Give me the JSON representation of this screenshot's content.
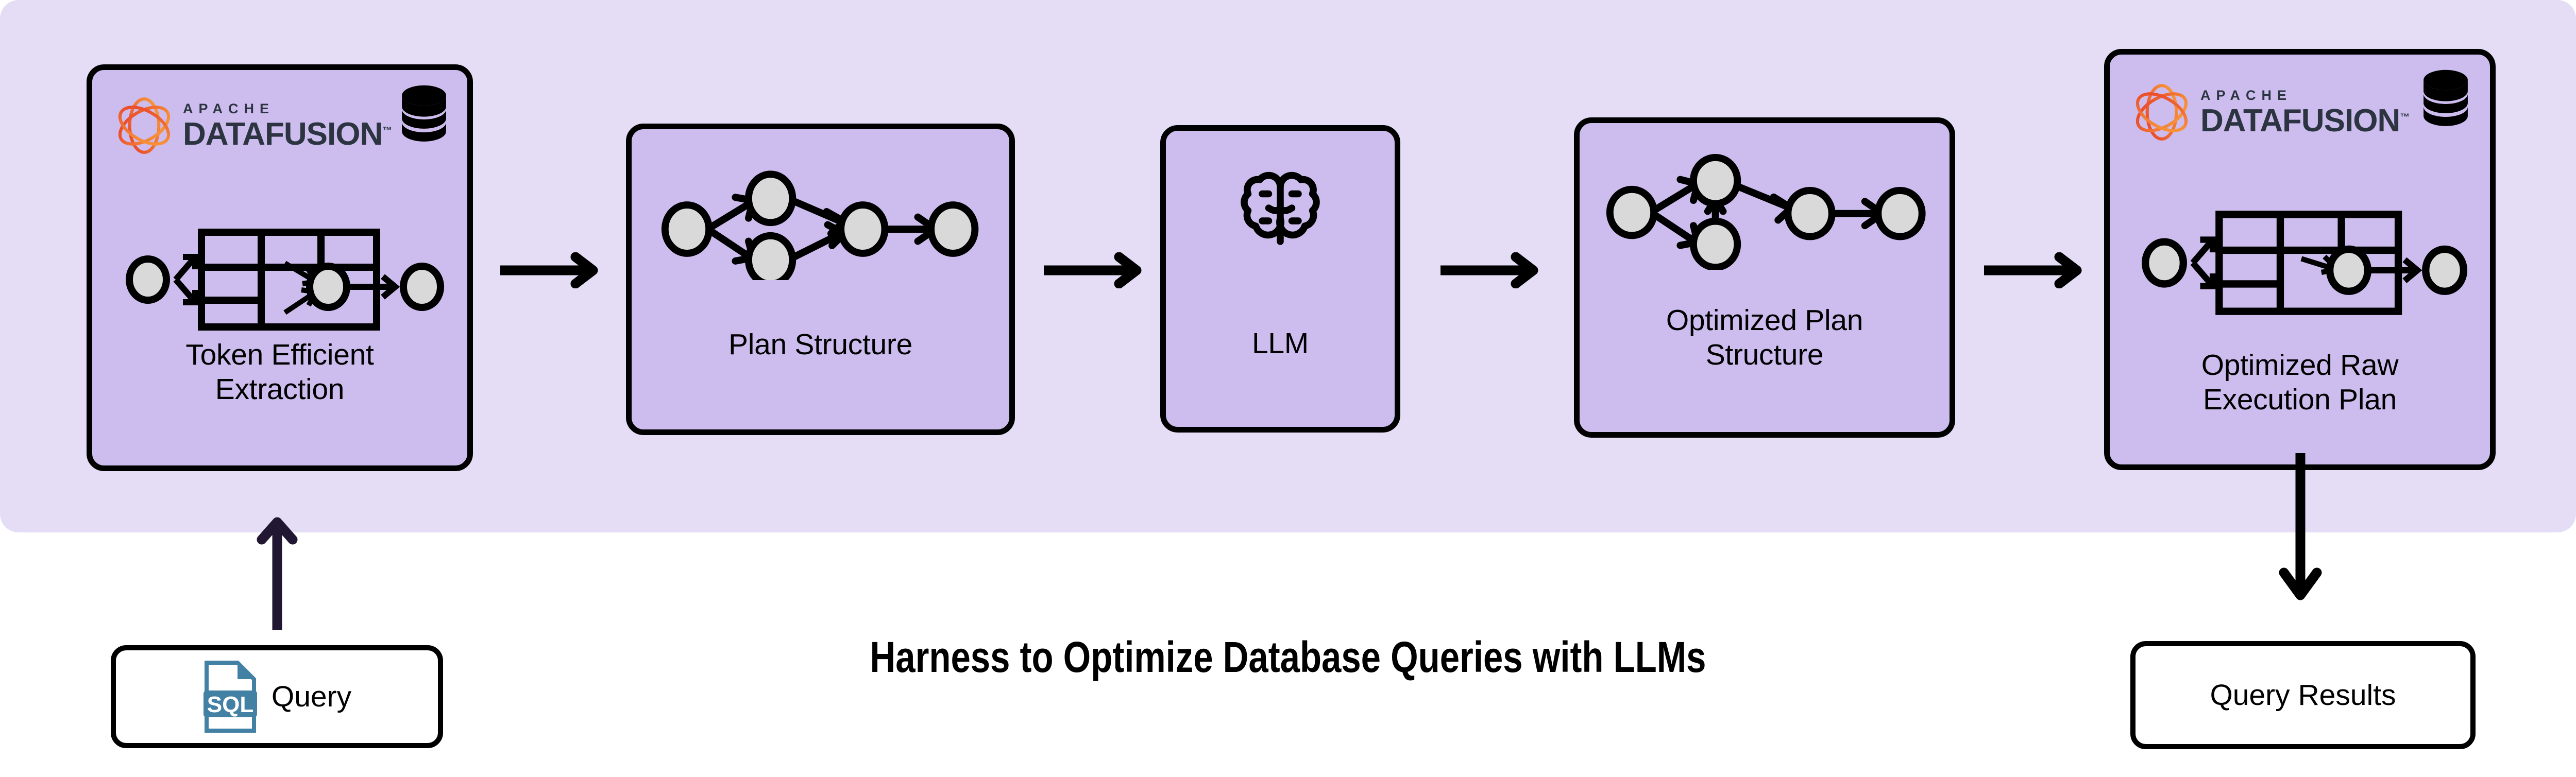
{
  "title": "Harness to Optimize Database Queries with LLMs",
  "panel": {
    "background_color": "#e4ddf5",
    "stage_fill_color": "#cdbdee",
    "node_fill_color": "#d9d9d9",
    "stroke_color": "#000000"
  },
  "stages": [
    {
      "id": "token-efficient-extraction",
      "caption": "Token Efficient\nExtraction",
      "logo": {
        "apache": "APACHE",
        "product": "DATAFUSION",
        "tm": "™"
      },
      "icon": "plan-table-graph-icon",
      "has_logo": true
    },
    {
      "id": "plan-structure",
      "caption": "Plan Structure",
      "icon": "plan-graph-icon",
      "has_logo": false
    },
    {
      "id": "llm",
      "caption": "LLM",
      "icon": "brain-icon",
      "has_logo": false
    },
    {
      "id": "optimized-plan-structure",
      "caption": "Optimized Plan\nStructure",
      "icon": "optimized-plan-graph-icon",
      "has_logo": false
    },
    {
      "id": "optimized-raw-execution-plan",
      "caption": "Optimized Raw\nExecution Plan",
      "logo": {
        "apache": "APACHE",
        "product": "DATAFUSION",
        "tm": "™"
      },
      "icon": "plan-table-graph-icon",
      "has_logo": true
    }
  ],
  "input": {
    "label": "Query",
    "icon": "sql-file-icon",
    "icon_label": "SQL",
    "icon_color": "#4281a4"
  },
  "output": {
    "label": "Query Results"
  },
  "arrows": {
    "between_stages_count": 4,
    "input_arrow_direction": "up",
    "output_arrow_direction": "down"
  },
  "chart_data": {
    "type": "diagram",
    "flow": [
      "Query",
      "Token Efficient Extraction",
      "Plan Structure",
      "LLM",
      "Optimized Plan Structure",
      "Optimized Raw Execution Plan",
      "Query Results"
    ],
    "plan_graph_nodes": 5,
    "plan_graph_edges": [
      [
        1,
        2
      ],
      [
        1,
        3
      ],
      [
        2,
        4
      ],
      [
        3,
        4
      ],
      [
        4,
        5
      ]
    ],
    "optimized_plan_graph_nodes": 5,
    "optimized_plan_graph_edges": [
      [
        1,
        2
      ],
      [
        1,
        3
      ],
      [
        3,
        2
      ],
      [
        2,
        4
      ],
      [
        4,
        5
      ]
    ]
  }
}
